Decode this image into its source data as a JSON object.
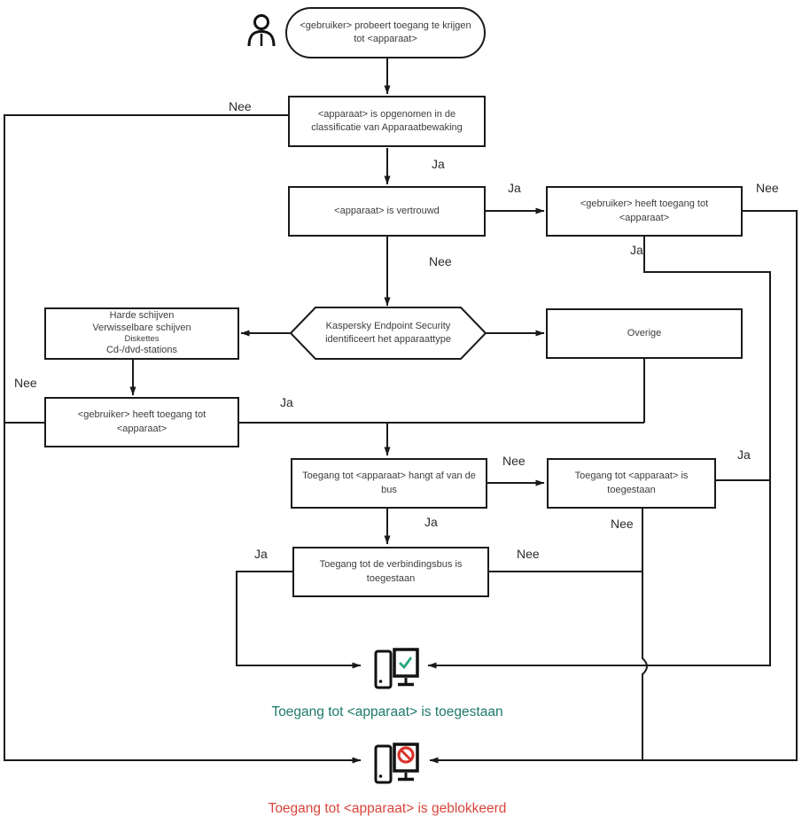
{
  "edge_labels": {
    "ja": "Ja",
    "nee": "Nee"
  },
  "nodes": {
    "start": "<gebruiker> probeert toegang te krijgen tot <apparaat>",
    "classification": "<apparaat> is opgenomen in de classificatie van Apparaatbewaking",
    "trusted": "<apparaat> is vertrouwd",
    "user_has_access_right": "<gebruiker> heeft toegang tot <apparaat>",
    "identify_type": "Kaspersky Endpoint Security identificeert het apparaattype",
    "device_types": [
      "Harde schijven",
      "Verwisselbare schijven",
      "Diskettes",
      "Cd-/dvd-stations"
    ],
    "user_has_access_left": "<gebruiker> heeft toegang tot <apparaat>",
    "other": "Overige",
    "bus_dependent": "Toegang tot <apparaat> hangt af van de bus",
    "access_allowed_node": "Toegang tot <apparaat> is toegestaan",
    "bus_allowed": "Toegang tot de verbindingsbus is toegestaan"
  },
  "results": {
    "allowed": "Toegang tot <apparaat> is toegestaan",
    "blocked": "Toegang tot <apparaat> is geblokkeerd"
  },
  "icons": {
    "actor": "person-icon",
    "allowed": "computer-allowed-icon",
    "blocked": "computer-blocked-icon"
  },
  "colors": {
    "line": "#1a1a1a",
    "allowed_text": "#1d7a6b",
    "blocked_text": "#d9453c",
    "check_green": "#27a87e",
    "block_red": "#d9342b"
  }
}
